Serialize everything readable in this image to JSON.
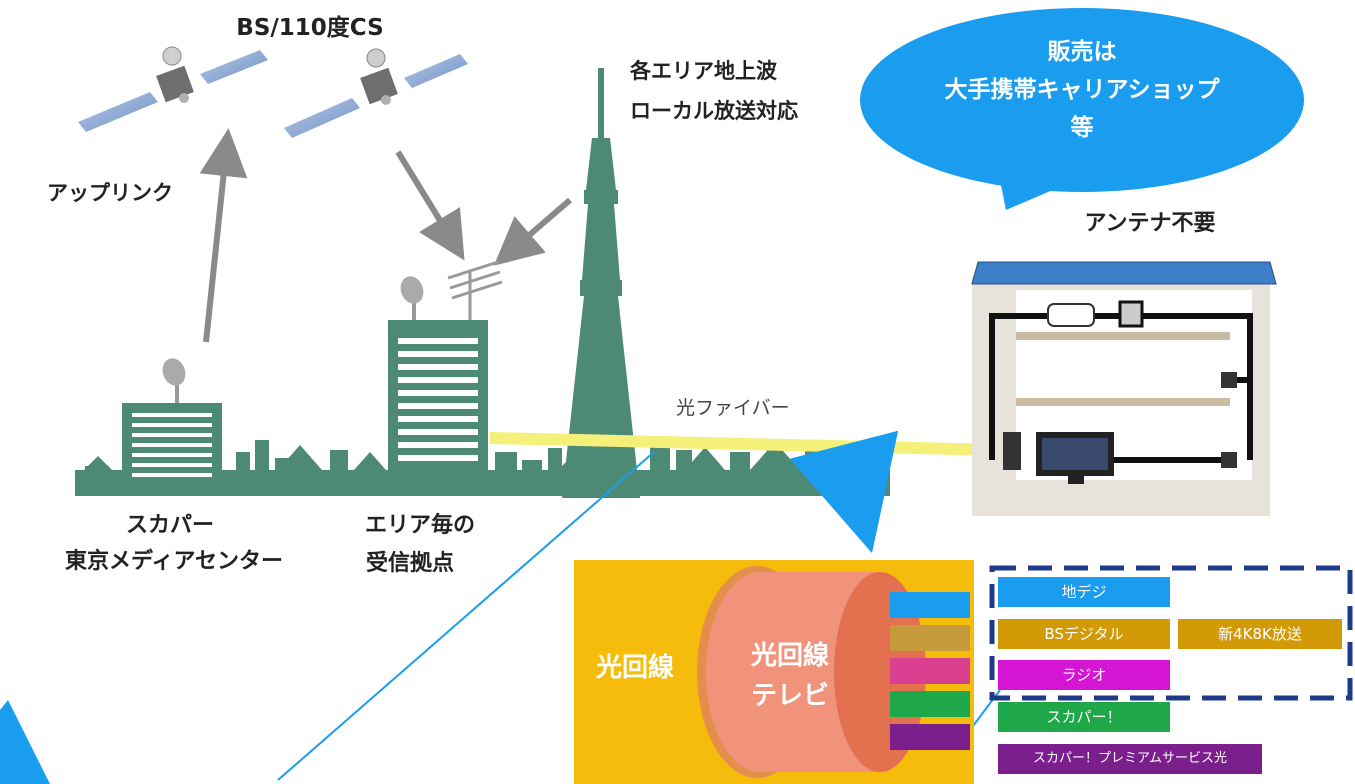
{
  "labels": {
    "satellite": "BS/110度CS",
    "uplink": "アップリンク",
    "terrestrial_line1": "各エリア地上波",
    "terrestrial_line2": "ローカル放送対応",
    "fiber": "光ファイバー",
    "no_antenna": "アンテナ不要",
    "skyperfect_line1": "スカパー",
    "skyperfect_line2": "東京メディアセンター",
    "hub_line1": "エリア毎の",
    "hub_line2": "受信拠点",
    "cable_outer": "光回線",
    "cable_inner_line1": "光回線",
    "cable_inner_line2": "テレビ"
  },
  "bubble": {
    "line1": "販売は",
    "line2": "大手携帯キャリアショップ",
    "line3": "等"
  },
  "services": [
    {
      "label": "地デジ",
      "color": "#1a9cef"
    },
    {
      "label": "BSデジタル",
      "color": "#d19a06"
    },
    {
      "label": "新4K8K放送",
      "color": "#d19a06"
    },
    {
      "label": "ラジオ",
      "color": "#d416d4"
    },
    {
      "label": "スカパー！",
      "color": "#1fa84a"
    },
    {
      "label": "スカパー！プレミアムサービス光",
      "color": "#7b1f8c"
    }
  ],
  "colors": {
    "building": "#4d8a76",
    "accent_blue": "#1a9cef",
    "fiber_yellow": "#f5f07a",
    "dashed_box": "#1f3a8a"
  }
}
